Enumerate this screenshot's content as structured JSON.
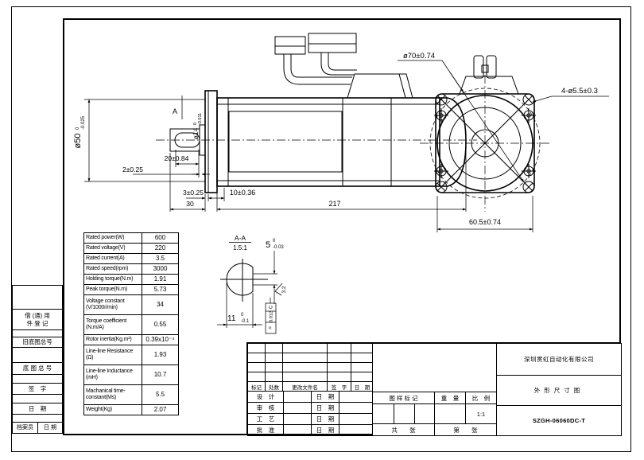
{
  "page": {
    "background": "#ffffff",
    "line_color": "#000000"
  },
  "views": {
    "side": {
      "dims": {
        "shaft_dia": {
          "main": "ø50",
          "tol_up": "0",
          "tol_dn": "-0.025"
        },
        "key_dia": {
          "main": "ø14",
          "tol_up": "0",
          "tol_dn": "-0.011"
        },
        "key_len": "20±0.84",
        "key_end": "2±0.25",
        "step": "3±0.25",
        "pilot": "10±0.36",
        "shaft_len": "30",
        "body_len": "217",
        "section_mark": "A"
      }
    },
    "front": {
      "dims": {
        "bolt_circle": "ø70±0.74",
        "mount_holes": "4-ø5.5±0.3",
        "flange_width": "60.5±0.74"
      }
    },
    "section": {
      "name": "A-A",
      "scale": "1.5:1",
      "key_width": {
        "main": "5",
        "tol_up": "0",
        "tol_dn": "-0.03"
      },
      "flat_len": {
        "main": "11",
        "tol_up": "0",
        "tol_dn": "-0.1"
      },
      "roughness": "3.2",
      "fcf": {
        "symbol": "=",
        "value": "0.012",
        "datum": "C"
      }
    }
  },
  "spec_table": {
    "rows": [
      {
        "label": "Rated power(W)",
        "value": "600"
      },
      {
        "label": "Rated voltage(V)",
        "value": "220"
      },
      {
        "label": "Rated current(A)",
        "value": "3.5"
      },
      {
        "label": "Rated speed(rpm)",
        "value": "3000"
      },
      {
        "label": "Holding torque(N.m)",
        "value": "1.91"
      },
      {
        "label": "Peak torque(N.m)",
        "value": "5.73"
      },
      {
        "label": "Voltage constant (V/1000r/min)",
        "value": "34"
      },
      {
        "label": "Torque coefficient (N.m/A)",
        "value": "0.55"
      },
      {
        "label": "Rotor inertia(Kg.m²)",
        "value": "0.39x10⁻⁴"
      },
      {
        "label": "Line-line Resistance (Ω)",
        "value": "1.93"
      },
      {
        "label": "Line-line Inductance (mH)",
        "value": "10.7"
      },
      {
        "label": "Machanical time-constant(Ms)",
        "value": "5.5"
      },
      {
        "label": "Weight(Kg)",
        "value": "2.07"
      }
    ]
  },
  "title_block": {
    "revision_header": [
      "标记",
      "处数",
      "更改文件名",
      "签　字",
      "日　期"
    ],
    "approval_rows": [
      {
        "role": "设　计",
        "date_label": "日　期"
      },
      {
        "role": "审　核",
        "date_label": "日　期"
      },
      {
        "role": "工　艺",
        "date_label": "日　期"
      },
      {
        "role": "批　准",
        "date_label": "日　期"
      }
    ],
    "stamp": {
      "mark_label": "图 样 标 记",
      "weight_label": "重　量",
      "scale_label": "比　例",
      "scale_value": "1:1",
      "sheets_total_label": "共　　张",
      "sheet_no_label": "第　　张"
    },
    "company": "深圳贯虹自动化有限公司",
    "drawing_title": "外形尺寸图",
    "model": "SZGH-06060DC-T"
  },
  "left_panel": {
    "borrow_line1": "借 (通) 用",
    "borrow_line2": "件 登 记",
    "old_base_no": "旧底图总号",
    "base_no": "底 图 总 号",
    "sign": "签　字",
    "date": "日　期",
    "archivist": "档案员",
    "archivist_date": "日 期"
  }
}
